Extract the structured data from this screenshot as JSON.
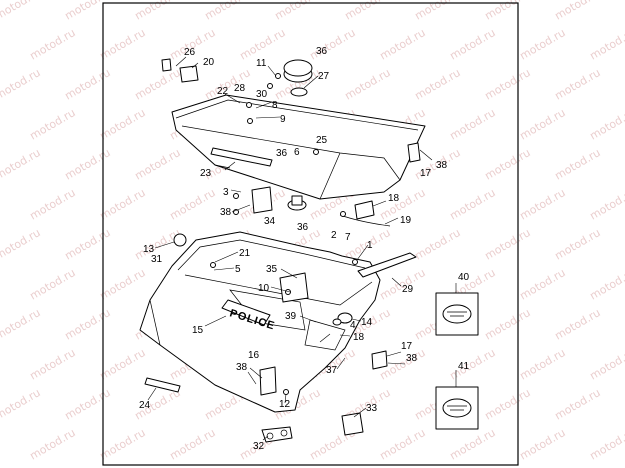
{
  "watermark": "motod.ru",
  "decal_text": "POLICE",
  "callouts": [
    "1",
    "2",
    "3",
    "4",
    "5",
    "6",
    "7",
    "8",
    "9",
    "10",
    "11",
    "12",
    "13",
    "14",
    "15",
    "16",
    "17",
    "18",
    "19",
    "20",
    "21",
    "22",
    "23",
    "24",
    "25",
    "26",
    "27",
    "28",
    "29",
    "30",
    "31",
    "32",
    "33",
    "34",
    "35",
    "36",
    "37",
    "38",
    "39",
    "40",
    "41"
  ]
}
